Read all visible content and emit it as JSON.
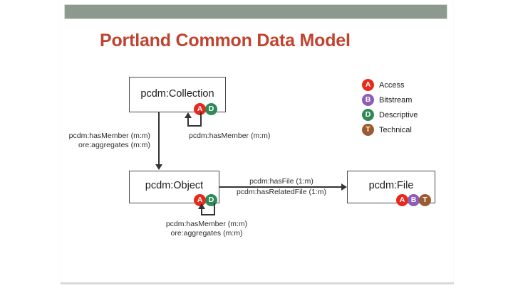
{
  "slide": {
    "title": "Portland Common Data Model",
    "title_color": "#c0432f",
    "header_bar_color": "#8b998f"
  },
  "diagram": {
    "nodes": [
      {
        "id": "collection",
        "label": "pcdm:Collection",
        "badges": [
          "A",
          "D"
        ]
      },
      {
        "id": "object",
        "label": "pcdm:Object",
        "badges": [
          "A",
          "D"
        ]
      },
      {
        "id": "file",
        "label": "pcdm:File",
        "badges": [
          "A",
          "B",
          "T"
        ]
      }
    ],
    "edges": [
      {
        "id": "collection-to-object",
        "from": "collection",
        "to": "object",
        "labels": [
          "pcdm:hasMember (m:m)",
          "ore:aggregates (m:m)"
        ]
      },
      {
        "id": "collection-self-loop",
        "from": "collection",
        "to": "collection",
        "labels": [
          "pcdm:hasMember (m:m)"
        ]
      },
      {
        "id": "object-to-file",
        "from": "object",
        "to": "file",
        "labels": [
          "pcdm:hasFile (1:m)",
          "pcdm:hasRelatedFile (1:m)"
        ]
      },
      {
        "id": "object-self-loop",
        "from": "object",
        "to": "object",
        "labels": [
          "pcdm:hasMember (m:m)",
          "ore:aggregates (m:m)"
        ]
      }
    ]
  },
  "legend": {
    "items": [
      {
        "badge": "A",
        "label": "Access",
        "color": "#e8291c"
      },
      {
        "badge": "B",
        "label": "Bitstream",
        "color": "#8b5cb8"
      },
      {
        "badge": "D",
        "label": "Descriptive",
        "color": "#2e8b57"
      },
      {
        "badge": "T",
        "label": "Technical",
        "color": "#9a5b2e"
      }
    ]
  }
}
